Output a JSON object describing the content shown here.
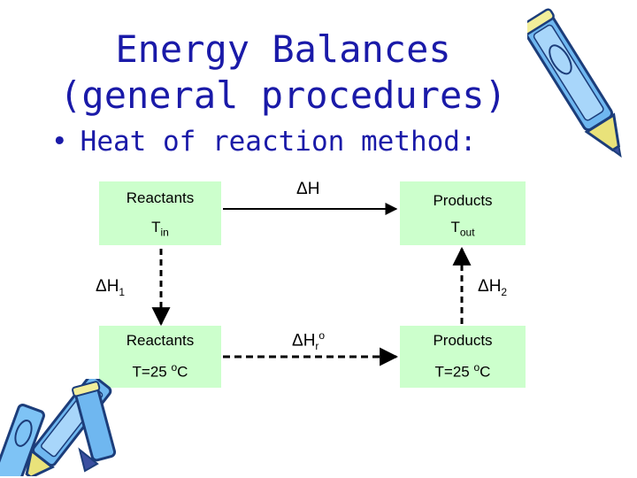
{
  "slide": {
    "title_line1": "Energy Balances",
    "title_line2": "(general procedures)",
    "bullet": "Heat of reaction method:"
  },
  "diagram": {
    "top_left": {
      "name": "Reactants",
      "temp_main": "T",
      "temp_sub": "in"
    },
    "top_right": {
      "name": "Products",
      "temp_main": "T",
      "temp_sub": "out"
    },
    "bottom_left": {
      "name": "Reactants",
      "temp_prefix": "T=25 ",
      "temp_sup": "o",
      "temp_unit": "C"
    },
    "bottom_right": {
      "name": "Products",
      "temp_prefix": "T=25 ",
      "temp_sup": "o",
      "temp_unit": "C"
    },
    "top_arrow_label": "ΔH",
    "left_arrow_label": {
      "main": "ΔH",
      "sub": "1"
    },
    "right_arrow_label": {
      "main": "ΔH",
      "sub": "2"
    },
    "bottom_arrow_label": {
      "main": "ΔH",
      "sub": "r",
      "sup": "o"
    }
  },
  "decorations": {
    "top_right": "crayon-icon",
    "bottom_left": "crayons-icon"
  }
}
